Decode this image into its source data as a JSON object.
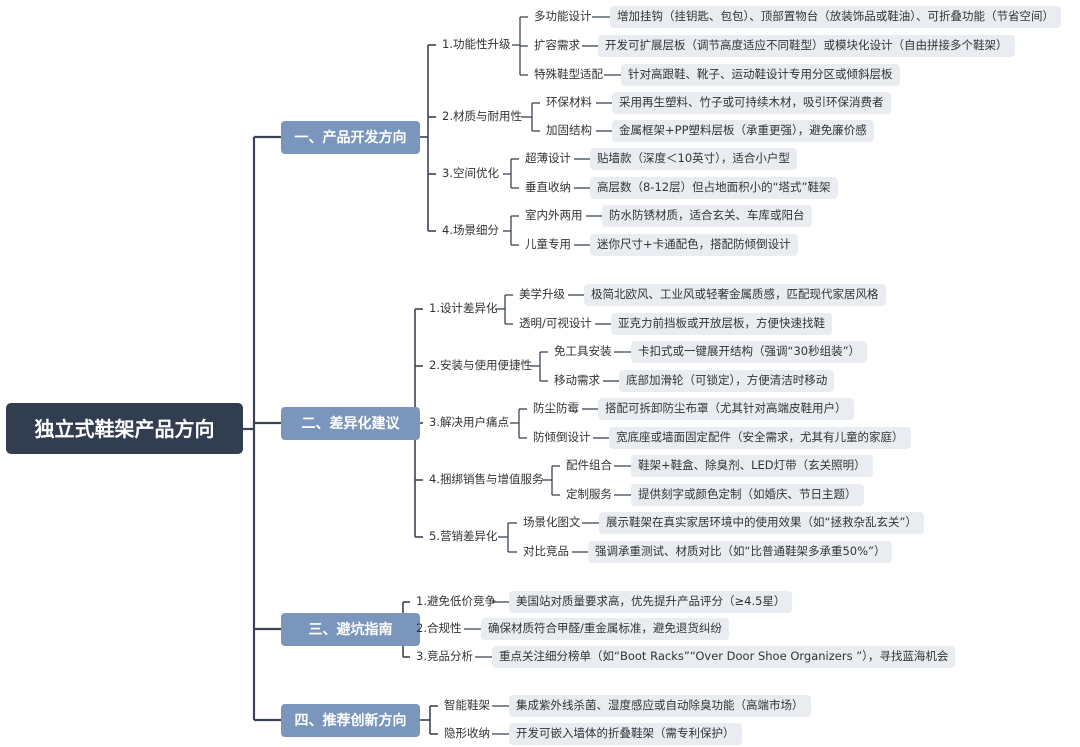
{
  "root": "独立式鞋架产品方向",
  "sections": [
    {
      "title": "一、产品开发方向",
      "groups": [
        {
          "label": "1.功能性升级",
          "items": [
            {
              "name": "多功能设计",
              "desc": "增加挂钩（挂钥匙、包包）、顶部置物台（放装饰品或鞋油）、可折叠功能（节省空间）"
            },
            {
              "name": "扩容需求",
              "desc": "开发可扩展层板（调节高度适应不同鞋型）或模块化设计（自由拼接多个鞋架）"
            },
            {
              "name": "特殊鞋型适配",
              "desc": "针对高跟鞋、靴子、运动鞋设计专用分区或倾斜层板"
            }
          ]
        },
        {
          "label": "2.材质与耐用性",
          "items": [
            {
              "name": "环保材料",
              "desc": "采用再生塑料、竹子或可持续木材，吸引环保消费者"
            },
            {
              "name": "加固结构",
              "desc": "金属框架+PP塑料层板（承重更强），避免廉价感"
            }
          ]
        },
        {
          "label": "3.空间优化",
          "items": [
            {
              "name": "超薄设计",
              "desc": "贴墙款（深度＜10英寸），适合小户型"
            },
            {
              "name": "垂直收纳",
              "desc": "高层数（8-12层）但占地面积小的“塔式”鞋架"
            }
          ]
        },
        {
          "label": "4.场景细分",
          "items": [
            {
              "name": "室内外两用",
              "desc": "防水防锈材质，适合玄关、车库或阳台"
            },
            {
              "name": "儿童专用",
              "desc": "迷你尺寸+卡通配色，搭配防倾倒设计"
            }
          ]
        }
      ]
    },
    {
      "title": "二、差异化建议",
      "groups": [
        {
          "label": "1.设计差异化",
          "items": [
            {
              "name": "美学升级",
              "desc": "极简北欧风、工业风或轻奢金属质感，匹配现代家居风格"
            },
            {
              "name": "透明/可视设计",
              "desc": "亚克力前挡板或开放层板，方便快速找鞋"
            }
          ]
        },
        {
          "label": "2.安装与使用便捷性",
          "items": [
            {
              "name": "免工具安装",
              "desc": "卡扣式或一键展开结构（强调“30秒组装”）"
            },
            {
              "name": "移动需求",
              "desc": "底部加滑轮（可锁定），方便清洁时移动"
            }
          ]
        },
        {
          "label": "3.解决用户痛点",
          "items": [
            {
              "name": "防尘防霉",
              "desc": "搭配可拆卸防尘布罩（尤其针对高端皮鞋用户）"
            },
            {
              "name": "防倾倒设计",
              "desc": "宽底座或墙面固定配件（安全需求，尤其有儿童的家庭）"
            }
          ]
        },
        {
          "label": "4.捆绑销售与增值服务",
          "items": [
            {
              "name": "配件组合",
              "desc": "鞋架+鞋盒、除臭剂、LED灯带（玄关照明）"
            },
            {
              "name": "定制服务",
              "desc": "提供刻字或颜色定制（如婚庆、节日主题）"
            }
          ]
        },
        {
          "label": "5.营销差异化",
          "items": [
            {
              "name": "场景化图文",
              "desc": "展示鞋架在真实家居环境中的使用效果（如“拯救杂乱玄关”）"
            },
            {
              "name": "对比竞品",
              "desc": "强调承重测试、材质对比（如“比普通鞋架多承重50%”）"
            }
          ]
        }
      ]
    },
    {
      "title": "三、避坑指南",
      "pairs": [
        {
          "name": "1.避免低价竞争",
          "desc": "美国站对质量要求高，优先提升产品评分（≥4.5星）"
        },
        {
          "name": "2.合规性",
          "desc": "确保材质符合甲醛/重金属标准，避免退货纠纷"
        },
        {
          "name": "3.竞品分析",
          "desc": "重点关注细分榜单（如“Boot Racks”“Over Door Shoe Organizers ”），寻找蓝海机会"
        }
      ]
    },
    {
      "title": "四、推荐创新方向",
      "pairs": [
        {
          "name": "智能鞋架",
          "desc": "集成紫外线杀菌、湿度感应或自动除臭功能（高端市场）"
        },
        {
          "name": "隐形收纳",
          "desc": "开发可嵌入墙体的折叠鞋架（需专利保护）"
        }
      ]
    }
  ],
  "colors": {
    "root_bg": "#323d4f",
    "section_bg": "#7b96bd",
    "leaf_bg": "#e9edf2",
    "line": "#3a4454"
  }
}
